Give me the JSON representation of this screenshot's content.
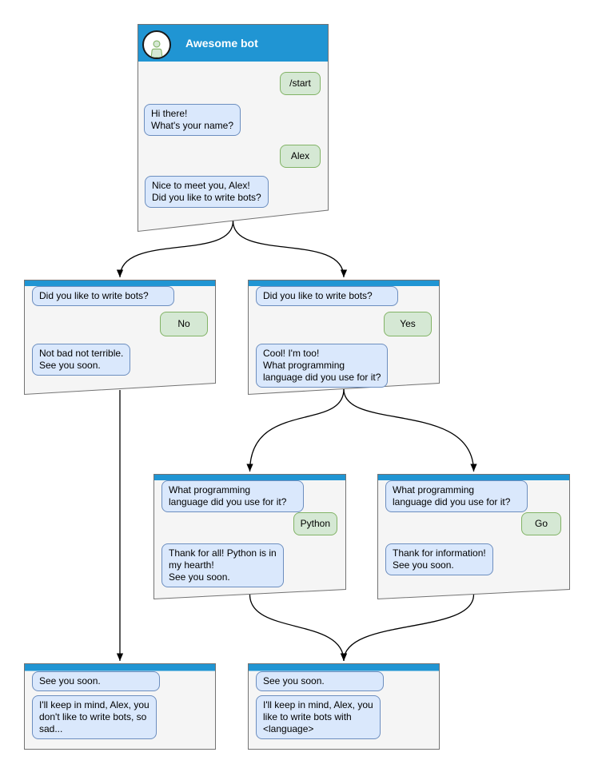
{
  "diagram": {
    "main_window": {
      "title": "Awesome bot",
      "avatar_icon": "person-icon",
      "messages": {
        "start": "/start",
        "greeting": "Hi there!\nWhat's your name?",
        "name": "Alex",
        "nice_to_meet": "Nice to meet you, Alex!\nDid you like to write bots?"
      }
    },
    "branch_no": {
      "question": "Did you like to write bots?",
      "answer": "No",
      "reply": "Not bad not terrible.\nSee you soon."
    },
    "branch_yes": {
      "question": "Did you like to write bots?",
      "answer": "Yes",
      "reply": "Cool! I'm too!\nWhat programming\nlanguage did you use for it?"
    },
    "branch_python": {
      "question": "What programming\nlanguage did you use for it?",
      "answer": "Python",
      "reply": "Thank for all! Python is in\nmy hearth!\nSee you soon."
    },
    "branch_go": {
      "question": "What programming\nlanguage did you use for it?",
      "answer": "Go",
      "reply": "Thank for information!\nSee you soon."
    },
    "end_no": {
      "question": "See you soon.",
      "reply": "I'll keep in mind, Alex, you\ndon't like to write bots, so\nsad..."
    },
    "end_language": {
      "question": "See you soon.",
      "reply": "I'll keep in mind, Alex, you\nlike to write bots with\n<language>"
    }
  },
  "colors": {
    "header_blue": "#2095D3",
    "window_fill": "#F5F5F5",
    "window_border": "#737373",
    "bot_bubble_fill": "#DAE8FC",
    "bot_bubble_border": "#6C8EBF",
    "user_bubble_fill": "#D5E8D4",
    "user_bubble_border": "#82B366",
    "connector": "#000000"
  }
}
